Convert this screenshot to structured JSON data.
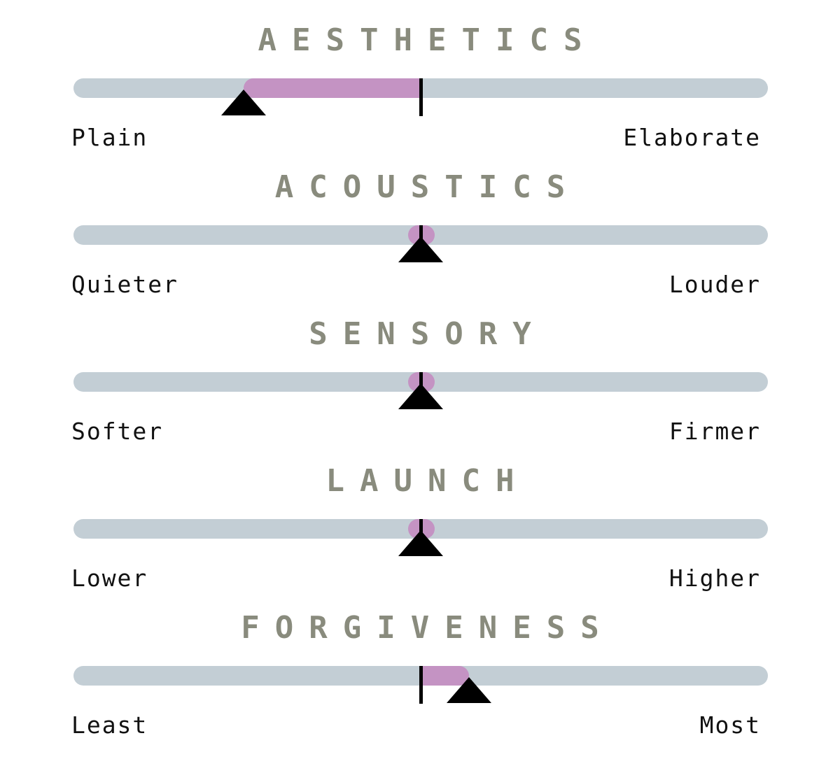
{
  "colors": {
    "title": "#898b7d",
    "track": "#c3ced5",
    "fill": "#c493c3",
    "marker": "#000000",
    "label": "#111111"
  },
  "chart_data": {
    "type": "bar",
    "scale": {
      "min": -1,
      "max": 1,
      "neutral": 0
    },
    "rows": [
      {
        "title": "AESTHETICS",
        "left_label": "Plain",
        "right_label": "Elaborate",
        "value": -0.51
      },
      {
        "title": "ACOUSTICS",
        "left_label": "Quieter",
        "right_label": "Louder",
        "value": 0
      },
      {
        "title": "SENSORY",
        "left_label": "Softer",
        "right_label": "Firmer",
        "value": 0
      },
      {
        "title": "LAUNCH",
        "left_label": "Lower",
        "right_label": "Higher",
        "value": 0
      },
      {
        "title": "FORGIVENESS",
        "left_label": "Least",
        "right_label": "Most",
        "value": 0.14
      }
    ]
  }
}
